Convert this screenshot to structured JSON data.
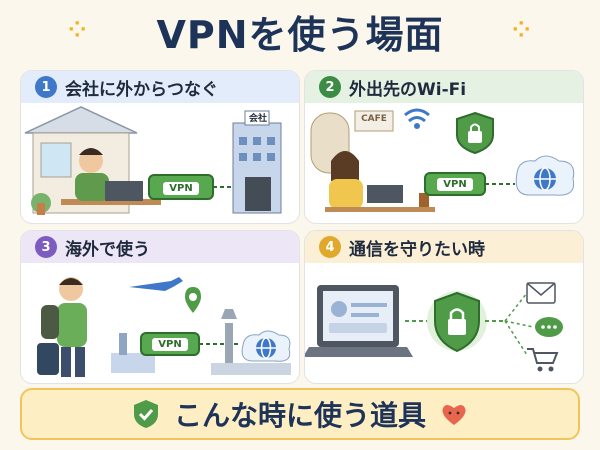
{
  "title": "VPNを使う場面",
  "panels": [
    {
      "number": "1",
      "title": "会社に外からつなぐ",
      "vpn_label": "VPN",
      "building_sign": "会社"
    },
    {
      "number": "2",
      "title": "外出先のWi-Fi",
      "vpn_label": "VPN",
      "cafe_sign": "CAFE"
    },
    {
      "number": "3",
      "title": "海外で使う",
      "vpn_label": "VPN"
    },
    {
      "number": "4",
      "title": "通信を守りたい時"
    }
  ],
  "footer": {
    "text": "こんな時に使う道具"
  },
  "colors": {
    "title": "#1e3358",
    "vpn_green": "#57a84e",
    "accent_yellow": "#f2b21f"
  }
}
